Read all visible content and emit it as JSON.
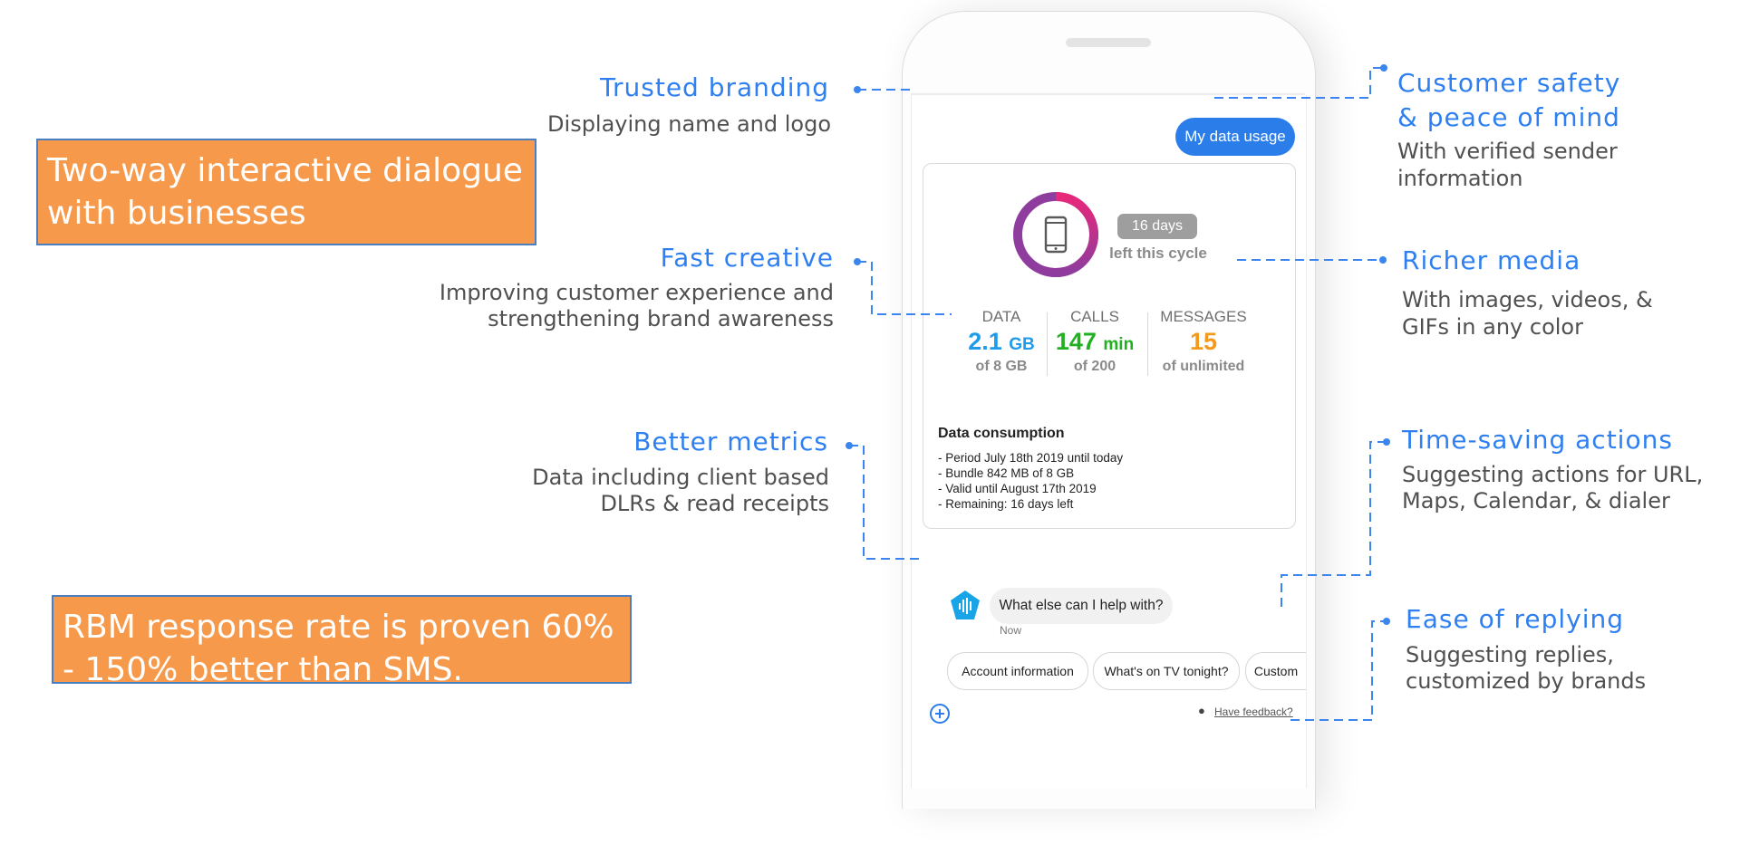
{
  "callouts": {
    "two_way": "Two-way interactive dialogue with businesses",
    "rbm_rate": "RBM response rate is proven 60% - 150% better than SMS."
  },
  "features": {
    "trusted_branding": {
      "title": "Trusted branding",
      "desc": "Displaying name and logo"
    },
    "fast_creative": {
      "title": "Fast creative",
      "desc_line1": "Improving customer experience and",
      "desc_line2": "strengthening brand awareness"
    },
    "better_metrics": {
      "title": "Better metrics",
      "desc_line1": "Data including client based",
      "desc_line2": "DLRs & read receipts"
    },
    "customer_safety": {
      "title_line1": "Customer safety",
      "title_line2": "& peace of mind",
      "desc": "With verified sender information"
    },
    "richer_media": {
      "title": "Richer media",
      "desc_line1": "With images, videos, &",
      "desc_line2": "GIFs in any color"
    },
    "time_saving": {
      "title": "Time-saving actions",
      "desc_line1": "Suggesting actions for URL,",
      "desc_line2": "Maps, Calendar, & dialer"
    },
    "ease_replying": {
      "title": "Ease of replying",
      "desc_line1": "Suggesting replies,",
      "desc_line2": "customized by brands"
    }
  },
  "phone": {
    "user_chip": "My data usage",
    "days_badge": "16 days",
    "days_caption": "left this cycle",
    "cycle_progress_fraction": 0.55,
    "stats": [
      {
        "label": "DATA",
        "value": "2.1",
        "unit": "GB",
        "sub": "of 8 GB",
        "color": "#1e9bea"
      },
      {
        "label": "CALLS",
        "value": "147",
        "unit": "min",
        "sub": "of 200",
        "color": "#20b020"
      },
      {
        "label": "MESSAGES",
        "value": "15",
        "unit": "",
        "sub": "of unlimited",
        "color": "#f39a1c"
      }
    ],
    "consumption_title": "Data consumption",
    "consumption_lines": [
      "- Period July 18th 2019 until today",
      "- Bundle 842 MB of 8 GB",
      "- Valid until August 17th 2019",
      "- Remaining: 16 days left"
    ],
    "bot_message": "What else can I help with?",
    "bot_time": "Now",
    "suggestions": [
      "Account information",
      "What's on TV tonight?",
      "Custom"
    ],
    "feedback": "Have feedback?"
  },
  "colors": {
    "accent_blue": "#2e7ff0",
    "callout_orange": "#f7994a",
    "ring_purple": "#8e3c9e",
    "ring_pink": "#e8287a"
  }
}
